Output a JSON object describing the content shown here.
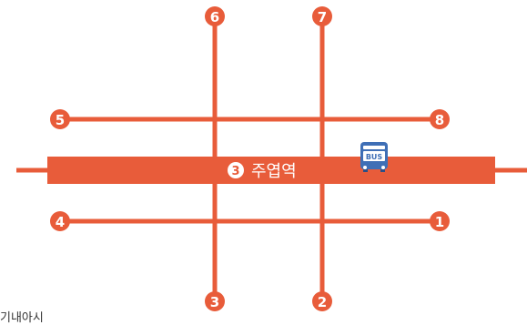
{
  "colors": {
    "route": "#e85c3a",
    "station_bar": "#e85c3a",
    "marker_fill": "#e85c3a",
    "marker_text": "#ffffff",
    "bus_body": "#3f6fb6",
    "bus_window": "#ffffff",
    "background": "#ffffff"
  },
  "station": {
    "number": "3",
    "name": "주엽역"
  },
  "exits": [
    {
      "id": "1",
      "label": "1"
    },
    {
      "id": "2",
      "label": "2"
    },
    {
      "id": "3",
      "label": "3"
    },
    {
      "id": "4",
      "label": "4"
    },
    {
      "id": "5",
      "label": "5"
    },
    {
      "id": "6",
      "label": "6"
    },
    {
      "id": "7",
      "label": "7"
    },
    {
      "id": "8",
      "label": "8"
    }
  ],
  "bus_stop": {
    "label": "BUS",
    "icon": "bus-icon"
  },
  "caption": "기내아시"
}
